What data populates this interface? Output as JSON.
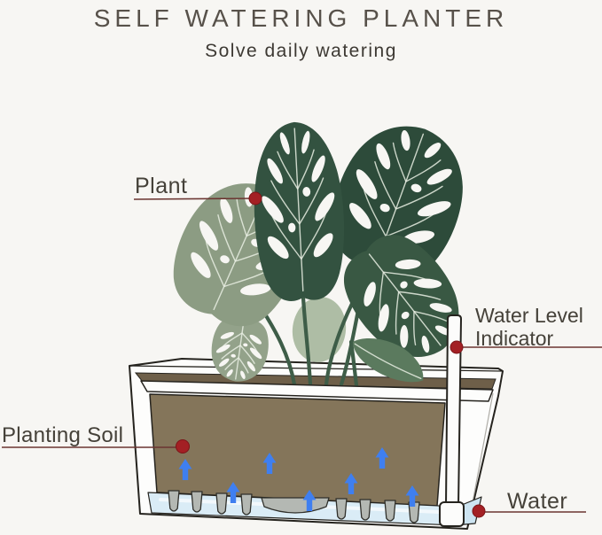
{
  "header": {
    "title": "SELF WATERING PLANTER",
    "subtitle": "Solve daily watering"
  },
  "callouts": {
    "plant": {
      "label": "Plant"
    },
    "water_level_indicator": {
      "label_line1": "Water Level",
      "label_line2": "Indicator"
    },
    "planting_soil": {
      "label": "Planting Soil"
    },
    "water": {
      "label": "Water"
    }
  },
  "icons": {
    "water_flow_arrow": "▲",
    "callout_dot": "●"
  },
  "colors": {
    "accent_red": "#a32024",
    "leader_line": "#6b3531",
    "soil_brown": "#84755a",
    "water_blue": "#daecf6",
    "arrow_blue": "#3f7ff0",
    "wick_gray": "#b4b8b3",
    "leaf_dark": "#335240",
    "leaf_sage": "#8c9c83",
    "outline_dark": "#25231e",
    "title_color": "#57514a",
    "bg": "#f7f6f3"
  }
}
